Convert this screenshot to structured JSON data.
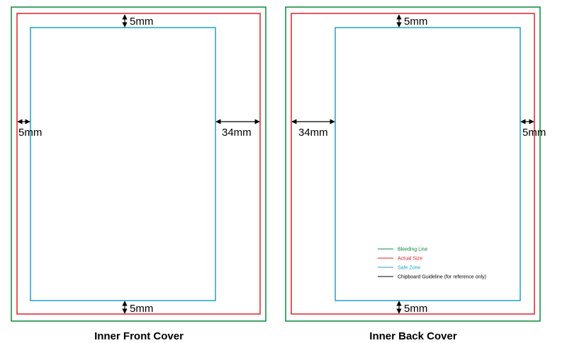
{
  "colors": {
    "bleed": "#0a8a3a",
    "actual": "#e0202a",
    "safe": "#1ca0d0",
    "guide": "#000000"
  },
  "front": {
    "title": "Inner Front Cover",
    "top": "5mm",
    "left": "5mm",
    "right": "34mm",
    "bottom": "5mm"
  },
  "back": {
    "title": "Inner Back Cover",
    "top": "5mm",
    "left": "34mm",
    "right": "5mm",
    "bottom": "5mm"
  },
  "legend": {
    "bleed": "Bleeding Line",
    "actual": "Actual Size",
    "safe": "Safe Zone",
    "guide": "Chipboard Guideline (for reference only)"
  }
}
